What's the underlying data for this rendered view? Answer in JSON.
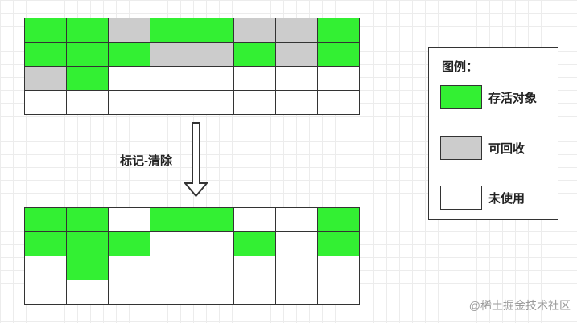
{
  "colors": {
    "alive": "#33f033",
    "recyclable": "#cccccc",
    "unused": "#ffffff",
    "border": "#333333"
  },
  "before_grid": [
    [
      "alive",
      "alive",
      "recyclable",
      "alive",
      "alive",
      "recyclable",
      "recyclable",
      "alive"
    ],
    [
      "alive",
      "alive",
      "alive",
      "recyclable",
      "recyclable",
      "alive",
      "recyclable",
      "alive"
    ],
    [
      "recyclable",
      "alive",
      "unused",
      "unused",
      "unused",
      "unused",
      "unused",
      "unused"
    ],
    [
      "unused",
      "unused",
      "unused",
      "unused",
      "unused",
      "unused",
      "unused",
      "unused"
    ]
  ],
  "after_grid": [
    [
      "alive",
      "alive",
      "unused",
      "alive",
      "alive",
      "unused",
      "unused",
      "alive"
    ],
    [
      "alive",
      "alive",
      "alive",
      "unused",
      "unused",
      "alive",
      "unused",
      "alive"
    ],
    [
      "unused",
      "alive",
      "unused",
      "unused",
      "unused",
      "unused",
      "unused",
      "unused"
    ],
    [
      "unused",
      "unused",
      "unused",
      "unused",
      "unused",
      "unused",
      "unused",
      "unused"
    ]
  ],
  "step_label": "标记-清除",
  "legend": {
    "title": "图例：",
    "items": [
      {
        "key": "alive",
        "label": "存活对象"
      },
      {
        "key": "recyclable",
        "label": "可回收"
      },
      {
        "key": "unused",
        "label": "未使用"
      }
    ]
  },
  "watermark": "@稀土掘金技术社区"
}
